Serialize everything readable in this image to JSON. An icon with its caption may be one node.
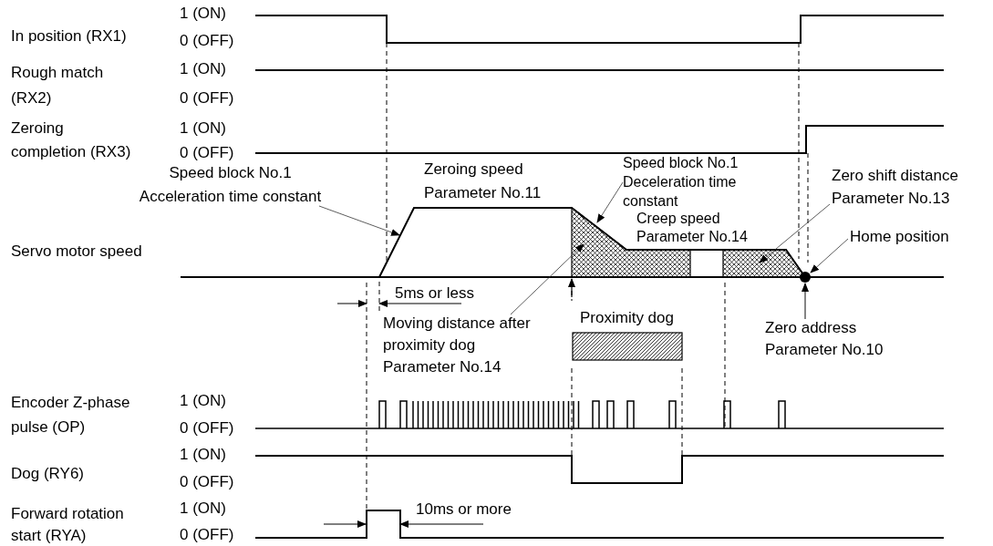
{
  "diagram": {
    "nodes": [
      {
        "text": [
          "Speed block No.1 Acceleration time constant"
        ]
      },
      {
        "text": [
          "Speed block No.1 Deceleration time constant"
        ]
      },
      {
        "text": [
          "Zero shift distance Parameter No.13"
        ]
      },
      {
        "text": [
          "Home position"
        ]
      },
      {
        "text": [],
        "shape": "circle"
      },
      {
        "text": [
          "Moving distance after proximity dog Parameter No.14"
        ]
      },
      {
        "text": [
          "Proximity dog"
        ]
      },
      {
        "text": [
          "Zero address Parameter No.10"
        ]
      }
    ],
    "edges": [
      {
        "from": 0,
        "to": null,
        "arrow": "to"
      },
      {
        "from": 1,
        "to": null,
        "arrow": "to"
      },
      {
        "from": 2,
        "to": null,
        "arrow": "to"
      },
      {
        "from": 3,
        "to": 4,
        "arrow": "to"
      },
      {
        "from": 5,
        "to": null,
        "arrow": "to"
      },
      {
        "from": 7,
        "to": 4,
        "arrow": "to"
      }
    ],
    "labels": [
      "In position (RX1)",
      "1 (ON)",
      "0 (OFF)",
      "Rough match (RX2)",
      "1 (ON)",
      "0 (OFF)",
      "Zeroing completion (RX3)",
      "1 (ON)",
      "0 (OFF)",
      "Zeroing speed Parameter No.11",
      "Creep speed Parameter No.14",
      "Servo motor speed",
      "5ms or less",
      "Encoder Z-phase pulse (OP)",
      "1 (ON)",
      "0 (OFF)",
      "Dog (RY6)",
      "1 (ON)",
      "0 (OFF)",
      "Forward rotation start (RYA)",
      "1 (ON)",
      "0 (OFF)",
      "10ms or more"
    ]
  }
}
